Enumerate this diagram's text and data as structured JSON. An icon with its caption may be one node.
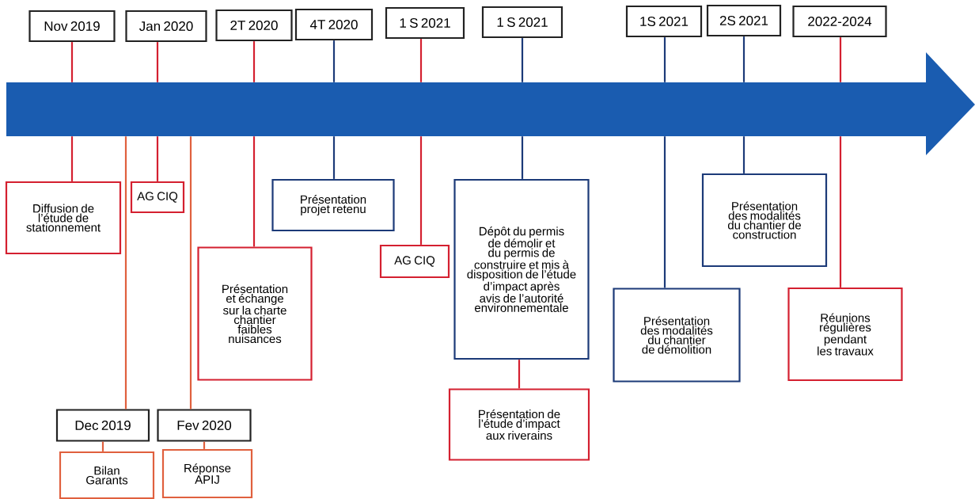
{
  "diagram": {
    "nodes": [
      {
        "text": [
          "Nov 2019"
        ]
      },
      {
        "text": [
          "Jan 2020"
        ]
      },
      {
        "text": [
          "2T 2020"
        ]
      },
      {
        "text": [
          "4T 2020"
        ]
      },
      {
        "text": [
          "1 S 2021"
        ]
      },
      {
        "text": [
          "1 S 2021"
        ]
      },
      {
        "text": [
          "1S 2021"
        ]
      },
      {
        "text": [
          "2S 2021"
        ]
      },
      {
        "text": [
          "2022-2024"
        ]
      },
      {
        "text": [],
        "shape": "arrow"
      },
      {
        "text": [
          "Diffusion de l’étude de stationnement"
        ]
      },
      {
        "text": [
          "AG CIQ"
        ]
      },
      {
        "text": [
          "Présentation projet retenu"
        ]
      },
      {
        "text": [
          "AG CIQ"
        ]
      },
      {
        "text": [
          "Dépôt du permis de démolir et du permis de construire et mis à disposition de l’étude d’impact après avis de l’autorité environnementale"
        ]
      },
      {
        "text": [
          "Présentation de l’étude d’impact aux riverains"
        ]
      },
      {
        "text": [
          "Présentation des modalités du chantier de construction"
        ]
      },
      {
        "text": [
          "Présentation et échange sur la charte chantier faibles nuisances"
        ]
      },
      {
        "text": [
          "Présentation des modalités du chantier de démolition"
        ]
      },
      {
        "text": [
          "Réunions régulières pendant les travaux"
        ]
      },
      {
        "text": [
          "Dec 2019"
        ]
      },
      {
        "text": [
          "Fev 2020"
        ]
      },
      {
        "text": [
          "Bilan Garants"
        ]
      },
      {
        "text": [
          "Réponse APIJ"
        ]
      }
    ],
    "edges": [
      {
        "from": 0,
        "to": 9,
        "arrow": "none"
      },
      {
        "from": 9,
        "to": 10,
        "arrow": "none"
      },
      {
        "from": 1,
        "to": 9,
        "arrow": "none"
      },
      {
        "from": 9,
        "to": 11,
        "arrow": "none"
      },
      {
        "from": 2,
        "to": 9,
        "arrow": "none"
      },
      {
        "from": 9,
        "to": 17,
        "arrow": "none"
      },
      {
        "from": 3,
        "to": 9,
        "arrow": "none",
        "color": "#1c3a78"
      },
      {
        "from": 9,
        "to": 12,
        "arrow": "none",
        "color": "#1c3a78"
      },
      {
        "from": 4,
        "to": 9,
        "arrow": "none"
      },
      {
        "from": 9,
        "to": 13,
        "arrow": "none"
      },
      {
        "from": 5,
        "to": 9,
        "arrow": "none",
        "color": "#1c3a78"
      },
      {
        "from": 9,
        "to": 14,
        "arrow": "none",
        "color": "#1c3a78"
      },
      {
        "from": 14,
        "to": 15,
        "arrow": "none"
      },
      {
        "from": 6,
        "to": 9,
        "arrow": "none",
        "color": "#1c3a78"
      },
      {
        "from": 9,
        "to": 18,
        "arrow": "none",
        "color": "#1c3a78"
      },
      {
        "from": 7,
        "to": 9,
        "arrow": "none",
        "color": "#1c3a78"
      },
      {
        "from": 9,
        "to": 16,
        "arrow": "none",
        "color": "#1c3a78"
      },
      {
        "from": 8,
        "to": 9,
        "arrow": "none"
      },
      {
        "from": 9,
        "to": 19,
        "arrow": "none"
      },
      {
        "from": 9,
        "to": 20,
        "arrow": "none",
        "color": "#e0603e"
      },
      {
        "from": 20,
        "to": 22,
        "arrow": "none",
        "color": "#e0603e"
      },
      {
        "from": 9,
        "to": 21,
        "arrow": "none",
        "color": "#e0603e"
      },
      {
        "from": 21,
        "to": 23,
        "arrow": "none",
        "color": "#e0603e"
      }
    ]
  }
}
